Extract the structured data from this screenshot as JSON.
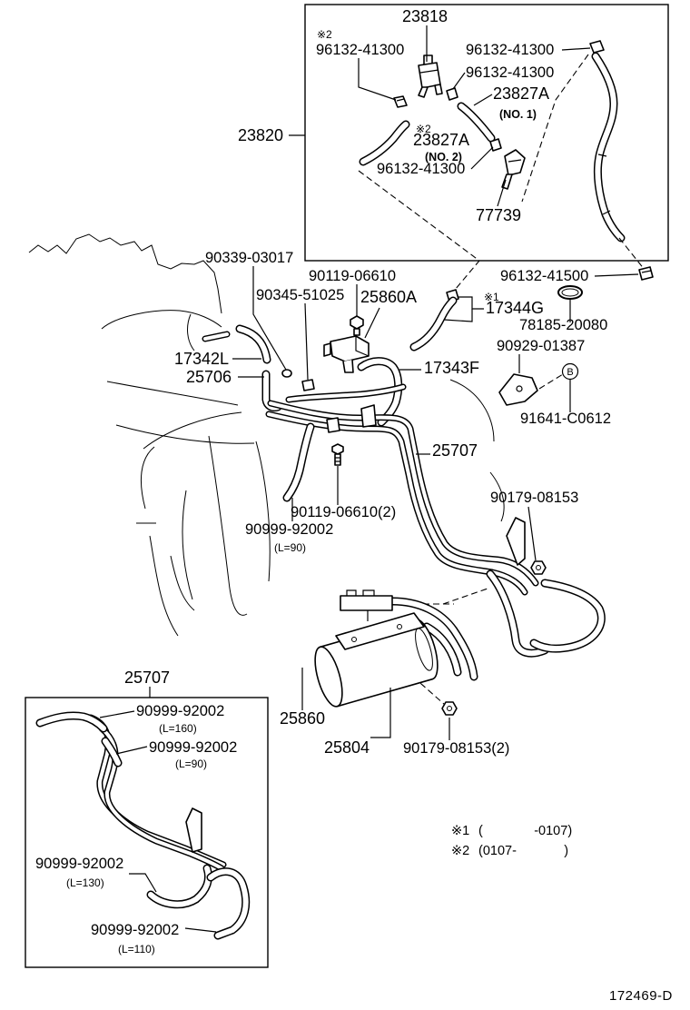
{
  "callouts": {
    "c23818": "23818",
    "note2_a": "※2",
    "clip_a": "96132-41300",
    "clip_b": "96132-41300",
    "clip_c": "96132-41300",
    "hose_no1": "23827A",
    "hose_no1_sub": "(NO. 1)",
    "c23820": "23820",
    "note2_b": "※2",
    "hose_no2": "23827A",
    "hose_no2_sub": "(NO. 2)",
    "clip_d": "96132-41300",
    "c77739": "77739",
    "c90339": "90339-03017",
    "c90119": "90119-06610",
    "c96132_41500": "96132-41500",
    "c90345": "90345-51025",
    "c25860a": "25860A",
    "note1_a": "※1",
    "c17344g": "17344G",
    "c78185": "78185-20080",
    "c90929": "90929-01387",
    "c17342l": "17342L",
    "c17343f": "17343F",
    "c25706": "25706",
    "ref_b": "B",
    "c91641": "91641-C0612",
    "c25707": "25707",
    "c90179": "90179-08153",
    "c90119_2": "90119-06610(2)",
    "hose_l90": "90999-92002",
    "hose_l90_len": "(L=90)",
    "c25860": "25860",
    "c25804": "25804",
    "c90179_2": "90179-08153(2)"
  },
  "inset": {
    "title": "25707",
    "h160": "90999-92002",
    "h160_len": "(L=160)",
    "h90": "90999-92002",
    "h90_len": "(L=90)",
    "h130": "90999-92002",
    "h130_len": "(L=130)",
    "h110": "90999-92002",
    "h110_len": "(L=110)"
  },
  "legend": [
    {
      "mark": "※1",
      "range": "(              -0107)"
    },
    {
      "mark": "※2",
      "range": "(0107-             )"
    }
  ],
  "diagram_id": "172469-D"
}
